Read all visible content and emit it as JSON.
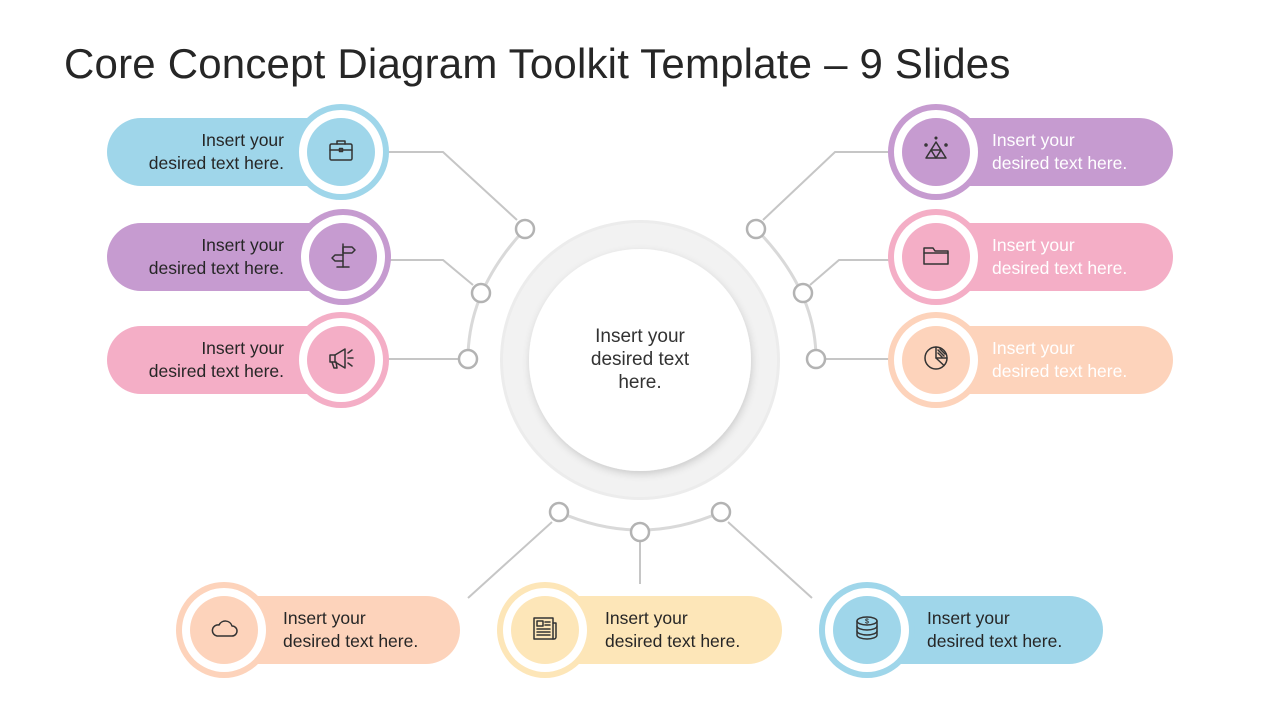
{
  "title": "Core Concept Diagram Toolkit Template – 9 Slides",
  "center": {
    "line1": "Insert your",
    "line2": "desired  text",
    "line3": "here."
  },
  "items": [
    {
      "id": "top-left-1",
      "icon": "briefcase-icon",
      "color": "#9fd6ea",
      "text_color": "#262626",
      "line1": "Insert your",
      "line2": "desired text here."
    },
    {
      "id": "top-left-2",
      "icon": "signpost-icon",
      "color": "#c69bd0",
      "text_color": "#262626",
      "line1": "Insert your",
      "line2": "desired text here."
    },
    {
      "id": "top-left-3",
      "icon": "megaphone-icon",
      "color": "#f4aec6",
      "text_color": "#262626",
      "line1": "Insert your",
      "line2": "desired text here."
    },
    {
      "id": "top-right-1",
      "icon": "pyramid-icon",
      "color": "#c69bd0",
      "text_color": "#ffffff",
      "line1": "Insert your",
      "line2": "desired text here."
    },
    {
      "id": "top-right-2",
      "icon": "folder-icon",
      "color": "#f4aec6",
      "text_color": "#ffffff",
      "line1": "Insert your",
      "line2": "desired text here."
    },
    {
      "id": "top-right-3",
      "icon": "pie-chart-icon",
      "color": "#fdd3bb",
      "text_color": "#ffffff",
      "line1": "Insert your",
      "line2": "desired text here."
    },
    {
      "id": "bottom-1",
      "icon": "cloud-icon",
      "color": "#fdd3bb",
      "text_color": "#262626",
      "line1": "Insert your",
      "line2": "desired text here."
    },
    {
      "id": "bottom-2",
      "icon": "newspaper-icon",
      "color": "#fde6b8",
      "text_color": "#262626",
      "line1": "Insert your",
      "line2": "desired text here."
    },
    {
      "id": "bottom-3",
      "icon": "coins-icon",
      "color": "#9fd6ea",
      "text_color": "#262626",
      "line1": "Insert your",
      "line2": "desired text here."
    }
  ]
}
